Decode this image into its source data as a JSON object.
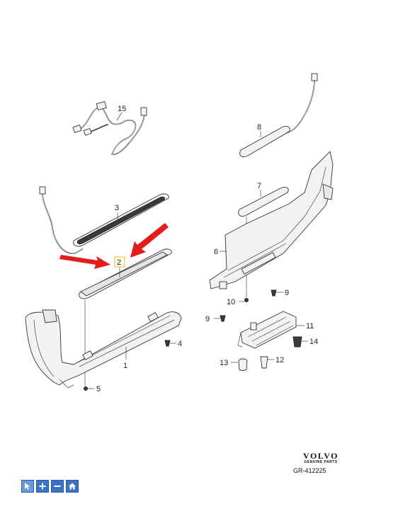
{
  "callouts": {
    "c1": "1",
    "c2": "2",
    "c3": "3",
    "c4": "4",
    "c5": "5",
    "c6": "6",
    "c7": "7",
    "c8": "8",
    "c9a": "9",
    "c9b": "9",
    "c10": "10",
    "c11": "11",
    "c12": "12",
    "c13": "13",
    "c14": "14",
    "c15": "15"
  },
  "logo": {
    "brand": "VOLVO",
    "sub": "GENUINE PARTS"
  },
  "reference": "GR-412225",
  "toolbar": {
    "buttons": [
      {
        "icon": "cursor-icon"
      },
      {
        "icon": "plus-icon"
      },
      {
        "icon": "minus-icon"
      },
      {
        "icon": "home-icon"
      }
    ]
  },
  "colors": {
    "arrow": "#e31b1b",
    "toolbar": "#3b74c4",
    "highlight": "#f5b800"
  }
}
